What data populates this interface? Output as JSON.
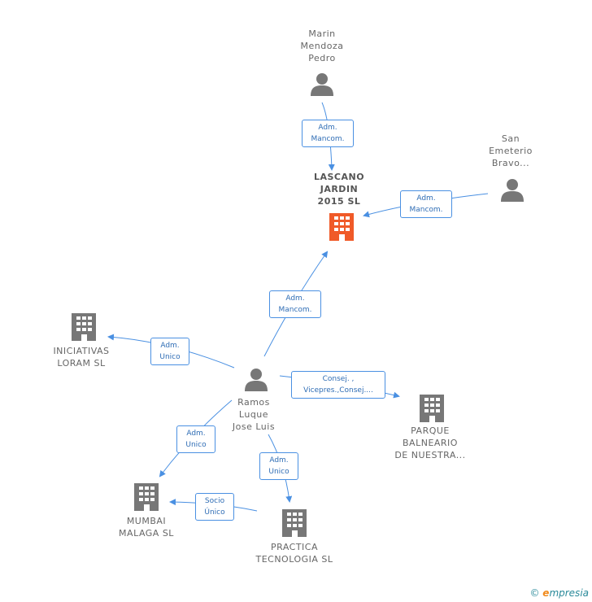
{
  "nodes": {
    "marin": "Marin\nMendoza\nPedro",
    "san": "San\nEmeterio\nBravo...",
    "lascano": "LASCANO\nJARDIN\n2015 SL",
    "iniciativas": "INICIATIVAS\nLORAM SL",
    "ramos": "Ramos\nLuque\nJose Luis",
    "parque": "PARQUE\nBALNEARIO\nDE NUESTRA...",
    "mumbai": "MUMBAI\nMALAGA SL",
    "practica": "PRACTICA\nTECNOLOGIA SL"
  },
  "edges": {
    "marin_lascano": "Adm.\nMancom.",
    "san_lascano": "Adm.\nMancom.",
    "ramos_lascano": "Adm.\nMancom.",
    "ramos_iniciativas": "Adm.\nUnico",
    "ramos_parque": "Consej. ,\nVicepres.,Consej....",
    "ramos_mumbai": "Adm.\nUnico",
    "ramos_practica": "Adm.\nUnico",
    "practica_mumbai": "Socio\nÚnico"
  },
  "footer": {
    "copyright": "©",
    "brand_initial": "e",
    "brand_rest": "mpresia"
  },
  "colors": {
    "edge": "#4a90e2",
    "main_company": "#f05a28",
    "company": "#777777",
    "person": "#777777"
  }
}
